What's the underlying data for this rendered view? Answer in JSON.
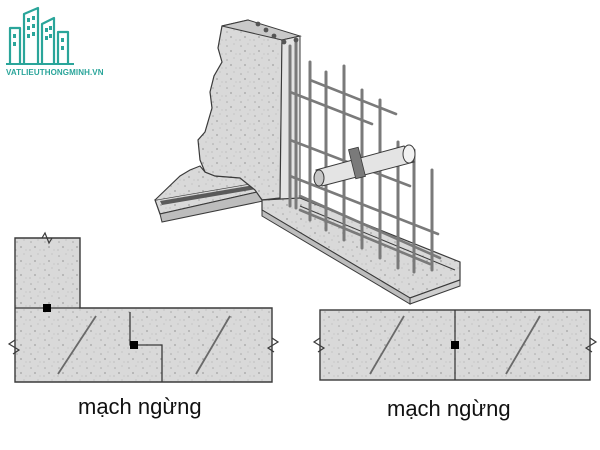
{
  "logo": {
    "text": "VATLIEUTHONGMINH.VN",
    "color": "#2aa59a"
  },
  "captions": {
    "left": "mạch ngừng",
    "right": "mạch ngừng"
  },
  "colors": {
    "concrete": "#dadada",
    "concrete_dark": "#bdbdbd",
    "outline": "#3a3a3a",
    "rebar": "#7a7a7a",
    "joint_marker": "#000000"
  }
}
